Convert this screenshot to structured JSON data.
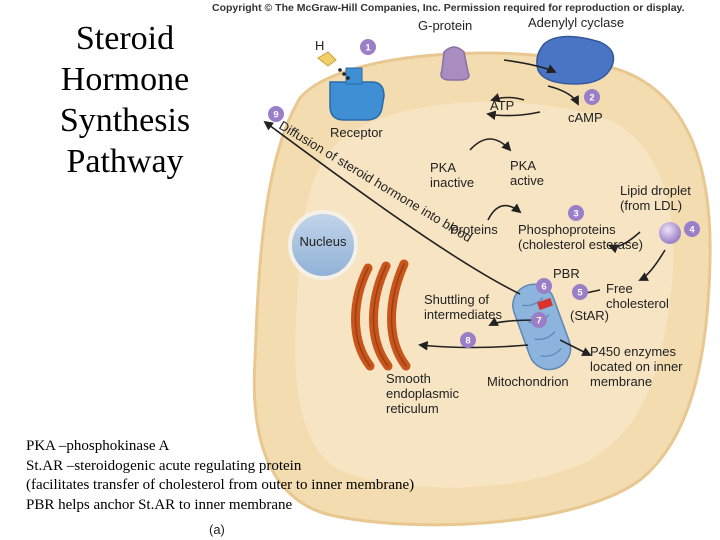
{
  "slide": {
    "title_lines": [
      "Steroid",
      "Hormone",
      "Synthesis",
      "Pathway"
    ],
    "copyright": "Copyright © The McGraw-Hill Companies, Inc. Permission required for reproduction or display.",
    "panel_label": "(a)"
  },
  "diagram": {
    "labels": {
      "hormone": "H",
      "g_protein": "G-protein",
      "adenylyl_cyclase": "Adenylyl cyclase",
      "receptor": "Receptor",
      "atp": "ATP",
      "camp": "cAMP",
      "pka_inactive_1": "PKA",
      "pka_inactive_2": "inactive",
      "pka_active_1": "PKA",
      "pka_active_2": "active",
      "lipid_1": "Lipid droplet",
      "lipid_2": "(from LDL)",
      "proteins": "Proteins",
      "phospho_1": "Phosphoproteins",
      "phospho_2": "(cholesterol esterase)",
      "nucleus": "Nucleus",
      "diffusion": "Diffusion of steroid hormone into blood",
      "pbr": "PBR",
      "free_chol_1": "Free",
      "free_chol_2": "cholesterol",
      "shuttling_1": "Shuttling of",
      "shuttling_2": "intermediates",
      "star": "(StAR)",
      "p450_1": "P450 enzymes",
      "p450_2": "located on inner",
      "p450_3": "membrane",
      "ser_1": "Smooth",
      "ser_2": "endoplasmic",
      "ser_3": "reticulum",
      "mitochondrion": "Mitochondrion"
    },
    "steps": [
      "1",
      "2",
      "3",
      "4",
      "5",
      "6",
      "7",
      "8",
      "9"
    ],
    "colors": {
      "cell_fill": "#f3dcb0",
      "cell_edge": "#e8c890",
      "receptor": "#3f8fd4",
      "g_protein": "#a98cc0",
      "adenylyl_cyclase": "#4a74c4",
      "hormone": "#f0cf6a",
      "nucleus": "#aac4e0",
      "er": "#c8551c",
      "mitochondrion": "#8db4dc",
      "lipid_droplet": "#b6a0d8",
      "step_badge": "#9a7fc8"
    }
  },
  "notes": [
    "PKA –phosphokinase A",
    "St.AR –steroidogenic acute regulating protein",
    "(facilitates transfer of cholesterol from outer to inner membrane)",
    "PBR helps anchor St.AR to inner membrane"
  ]
}
